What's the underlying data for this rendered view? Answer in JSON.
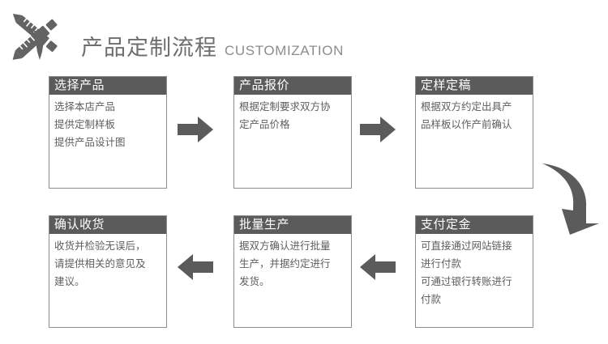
{
  "header": {
    "icon": "design-tools-icon",
    "title_cn": "产品定制流程",
    "title_en": "CUSTOMIZATION"
  },
  "colors": {
    "box_header_bg": "#5b5b5b",
    "box_border": "#8e8e8e",
    "body_text": "#5e5e5e",
    "title_text": "#6e6e6e",
    "arrow_fill": "#5b5b5b"
  },
  "flow": {
    "steps": [
      {
        "id": "step-1",
        "title": "选择产品",
        "lines": [
          "选择本店产品",
          "提供定制样板",
          "提供产品设计图"
        ]
      },
      {
        "id": "step-2",
        "title": "产品报价",
        "lines": [
          "根据定制要求双方协",
          "定产品价格"
        ]
      },
      {
        "id": "step-3",
        "title": "定样定稿",
        "lines": [
          "根据双方约定出具产",
          "品样板以作产前确认"
        ]
      },
      {
        "id": "step-4",
        "title": "支付定金",
        "lines": [
          "可直接通过网站链接",
          "进行付款",
          "可通过银行转账进行",
          "付款"
        ]
      },
      {
        "id": "step-5",
        "title": "批量生产",
        "lines": [
          "据双方确认进行批量",
          "生产，并据约定进行",
          "发货。"
        ]
      },
      {
        "id": "step-6",
        "title": "确认收货",
        "lines": [
          "收货并检验无误后，",
          "请提供相关的意见及",
          "建议。"
        ]
      }
    ],
    "connectors": [
      {
        "id": "connector-1-2",
        "icon": "arrow-right-icon"
      },
      {
        "id": "connector-2-3",
        "icon": "arrow-right-icon"
      },
      {
        "id": "connector-3-4",
        "icon": "arrow-curve-down-left-icon"
      },
      {
        "id": "connector-4-5",
        "icon": "arrow-left-icon"
      },
      {
        "id": "connector-5-6",
        "icon": "arrow-left-icon"
      }
    ]
  }
}
